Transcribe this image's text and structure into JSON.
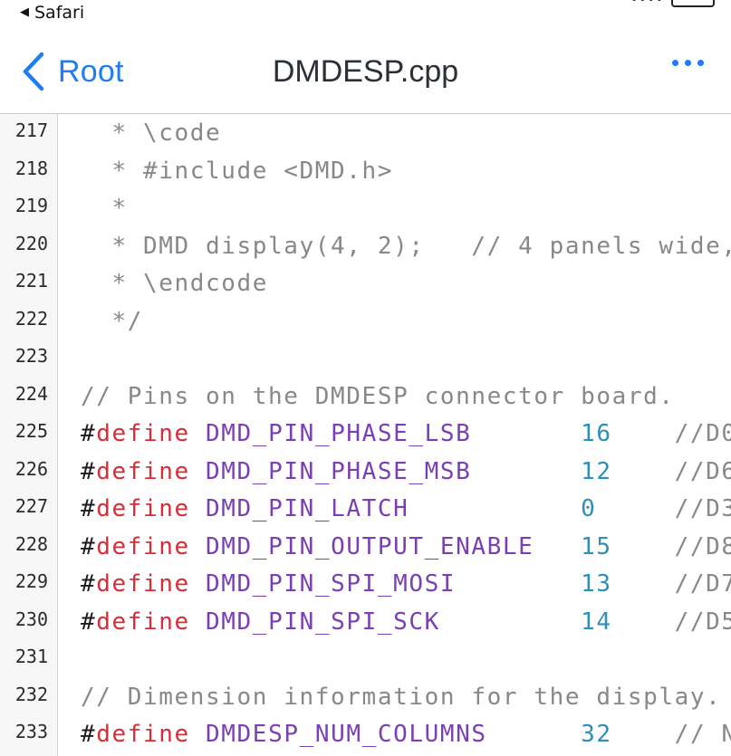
{
  "status_bar": {
    "back_app_label": "Safari"
  },
  "nav": {
    "back_label": "Root",
    "title": "DMDESP.cpp"
  },
  "lines": [
    {
      "num": "217",
      "text": "  * \\code"
    },
    {
      "num": "218",
      "text": "  * #include <DMD.h>"
    },
    {
      "num": "219",
      "text": "  *"
    },
    {
      "num": "220",
      "text": "  * DMD display(4, 2);   // 4 panels wide,"
    },
    {
      "num": "221",
      "text": "  * \\endcode"
    },
    {
      "num": "222",
      "text": "  */"
    },
    {
      "num": "223",
      "text": ""
    },
    {
      "num": "224",
      "text": "// Pins on the DMDESP connector board."
    },
    {
      "num": "225",
      "hash": "#",
      "kw": "define",
      "name": " DMD_PIN_PHASE_LSB",
      "pad": "       ",
      "val": "16",
      "tail": "    //D0"
    },
    {
      "num": "226",
      "hash": "#",
      "kw": "define",
      "name": " DMD_PIN_PHASE_MSB",
      "pad": "       ",
      "val": "12",
      "tail": "    //D6"
    },
    {
      "num": "227",
      "hash": "#",
      "kw": "define",
      "name": " DMD_PIN_LATCH",
      "pad": "           ",
      "val": "0",
      "tail": "     //D3"
    },
    {
      "num": "228",
      "hash": "#",
      "kw": "define",
      "name": " DMD_PIN_OUTPUT_ENABLE",
      "pad": "   ",
      "val": "15",
      "tail": "    //D8"
    },
    {
      "num": "229",
      "hash": "#",
      "kw": "define",
      "name": " DMD_PIN_SPI_MOSI",
      "pad": "        ",
      "val": "13",
      "tail": "    //D7"
    },
    {
      "num": "230",
      "hash": "#",
      "kw": "define",
      "name": " DMD_PIN_SPI_SCK",
      "pad": "         ",
      "val": "14",
      "tail": "    //D5"
    },
    {
      "num": "231",
      "text": ""
    },
    {
      "num": "232",
      "text": "// Dimension information for the display."
    },
    {
      "num": "233",
      "hash": "#",
      "kw": "define",
      "name": " DMDESP_NUM_COLUMNS",
      "pad": "      ",
      "val": "32",
      "tail": "    // N"
    }
  ],
  "colors": {
    "accent": "#1f7cf2",
    "keyword": "#d82d38",
    "macro": "#7b3fb5",
    "number": "#2e8fba",
    "comment": "#888888"
  }
}
